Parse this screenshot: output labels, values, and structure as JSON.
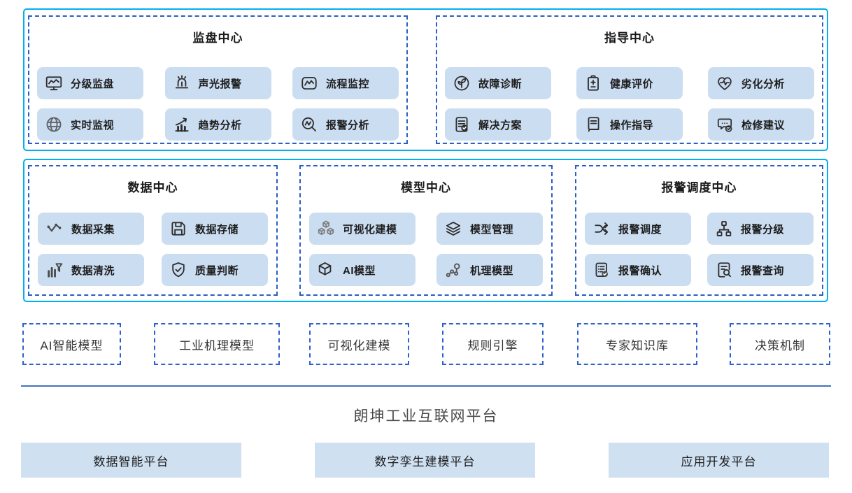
{
  "colors": {
    "outer_border": "#00b0f0",
    "dashed_border": "#2a5fc4",
    "item_bg": "#cbddf1",
    "platform_bg": "#cfe0f1",
    "divider": "#4472c4"
  },
  "centers": {
    "monitor": {
      "title": "监盘中心",
      "items": [
        {
          "label": "分级监盘",
          "icon": "monitor-chart-icon"
        },
        {
          "label": "声光报警",
          "icon": "siren-icon"
        },
        {
          "label": "流程监控",
          "icon": "process-chart-icon"
        },
        {
          "label": "实时监视",
          "icon": "globe-icon"
        },
        {
          "label": "趋势分析",
          "icon": "trend-bars-icon"
        },
        {
          "label": "报警分析",
          "icon": "magnifier-wave-icon"
        }
      ]
    },
    "guidance": {
      "title": "指导中心",
      "items": [
        {
          "label": "故障诊断",
          "icon": "sprout-circle-icon"
        },
        {
          "label": "健康评价",
          "icon": "clipboard-plus-icon"
        },
        {
          "label": "劣化分析",
          "icon": "heart-pulse-icon"
        },
        {
          "label": "解决方案",
          "icon": "document-check-icon"
        },
        {
          "label": "操作指导",
          "icon": "manual-book-icon"
        },
        {
          "label": "检修建议",
          "icon": "chat-check-icon"
        }
      ]
    },
    "data": {
      "title": "数据中心",
      "items": [
        {
          "label": "数据采集",
          "icon": "data-points-icon"
        },
        {
          "label": "数据存储",
          "icon": "floppy-disk-icon"
        },
        {
          "label": "数据清洗",
          "icon": "bars-funnel-icon"
        },
        {
          "label": "质量判断",
          "icon": "shield-check-icon"
        }
      ]
    },
    "model": {
      "title": "模型中心",
      "items": [
        {
          "label": "可视化建模",
          "icon": "cubes-icon"
        },
        {
          "label": "模型管理",
          "icon": "layers-icon"
        },
        {
          "label": "AI模型",
          "icon": "cube-3d-icon"
        },
        {
          "label": "机理模型",
          "icon": "molecule-icon"
        }
      ]
    },
    "alarm": {
      "title": "报警调度中心",
      "items": [
        {
          "label": "报警调度",
          "icon": "route-arrows-icon"
        },
        {
          "label": "报警分级",
          "icon": "hierarchy-icon"
        },
        {
          "label": "报警确认",
          "icon": "list-check-icon"
        },
        {
          "label": "报警查询",
          "icon": "doc-search-icon"
        }
      ]
    }
  },
  "capabilities": {
    "items": [
      {
        "label": "AI智能模型"
      },
      {
        "label": "工业机理模型"
      },
      {
        "label": "可视化建模"
      },
      {
        "label": "规则引擎"
      },
      {
        "label": "专家知识库"
      },
      {
        "label": "决策机制"
      }
    ]
  },
  "platform": {
    "title": "朗坤工业互联网平台",
    "boxes": [
      {
        "label": "数据智能平台"
      },
      {
        "label": "数字孪生建模平台"
      },
      {
        "label": "应用开发平台"
      }
    ]
  }
}
